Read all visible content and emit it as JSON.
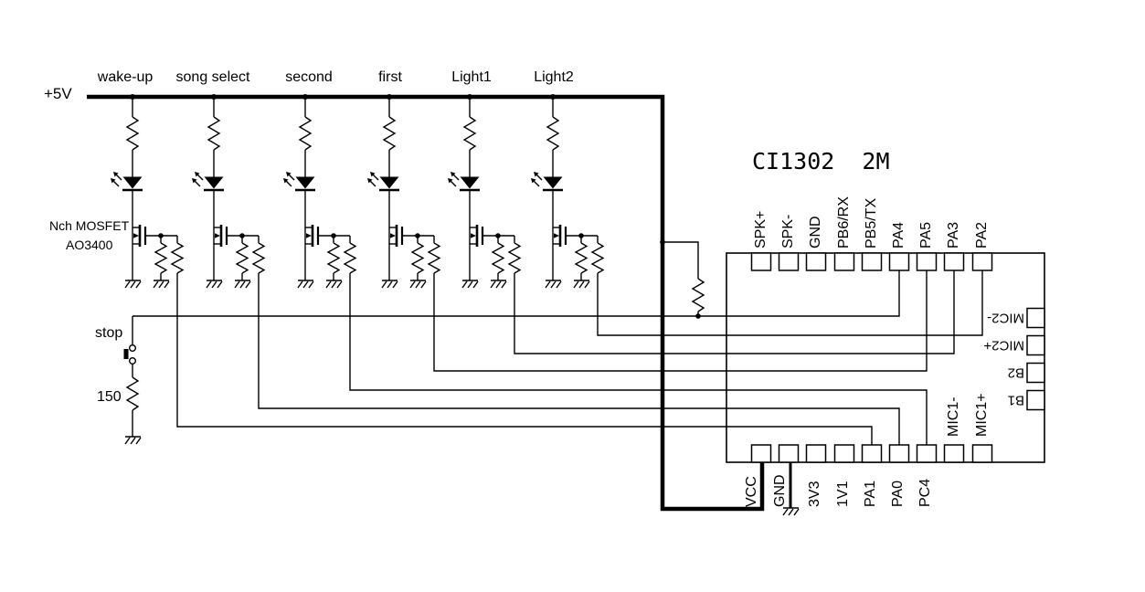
{
  "colors": {
    "ink": "#000000",
    "background": "#ffffff"
  },
  "power": {
    "rail_label": "+5V"
  },
  "channels": [
    {
      "label": "wake-up",
      "chip_pin": "PA1"
    },
    {
      "label": "song select",
      "chip_pin": "PA0"
    },
    {
      "label": "second",
      "chip_pin": "PC4"
    },
    {
      "label": "first",
      "chip_pin": "PA5"
    },
    {
      "label": "Light1",
      "chip_pin": "PA3"
    },
    {
      "label": "Light2",
      "chip_pin": "PA2"
    }
  ],
  "transistor_note": {
    "line1": "Nch MOSFET",
    "line2": "AO3400"
  },
  "stop_button": {
    "label": "stop",
    "resistor_value": "150",
    "chip_pin": "PA4"
  },
  "chip": {
    "title": "CI1302  2M",
    "top_pins": [
      "SPK+",
      "SPK-",
      "GND",
      "PB6/RX",
      "PB5/TX",
      "PA4",
      "PA5",
      "PA3",
      "PA2"
    ],
    "bottom_pins": [
      "VCC",
      "GND",
      "3V3",
      "1V1",
      "PA1",
      "PA0",
      "PC4"
    ],
    "inner_bottom_pins": [
      "MIC1-",
      "MIC1+"
    ],
    "right_pins": [
      "MIC2-",
      "MIC2+",
      "B2",
      "B1"
    ]
  }
}
